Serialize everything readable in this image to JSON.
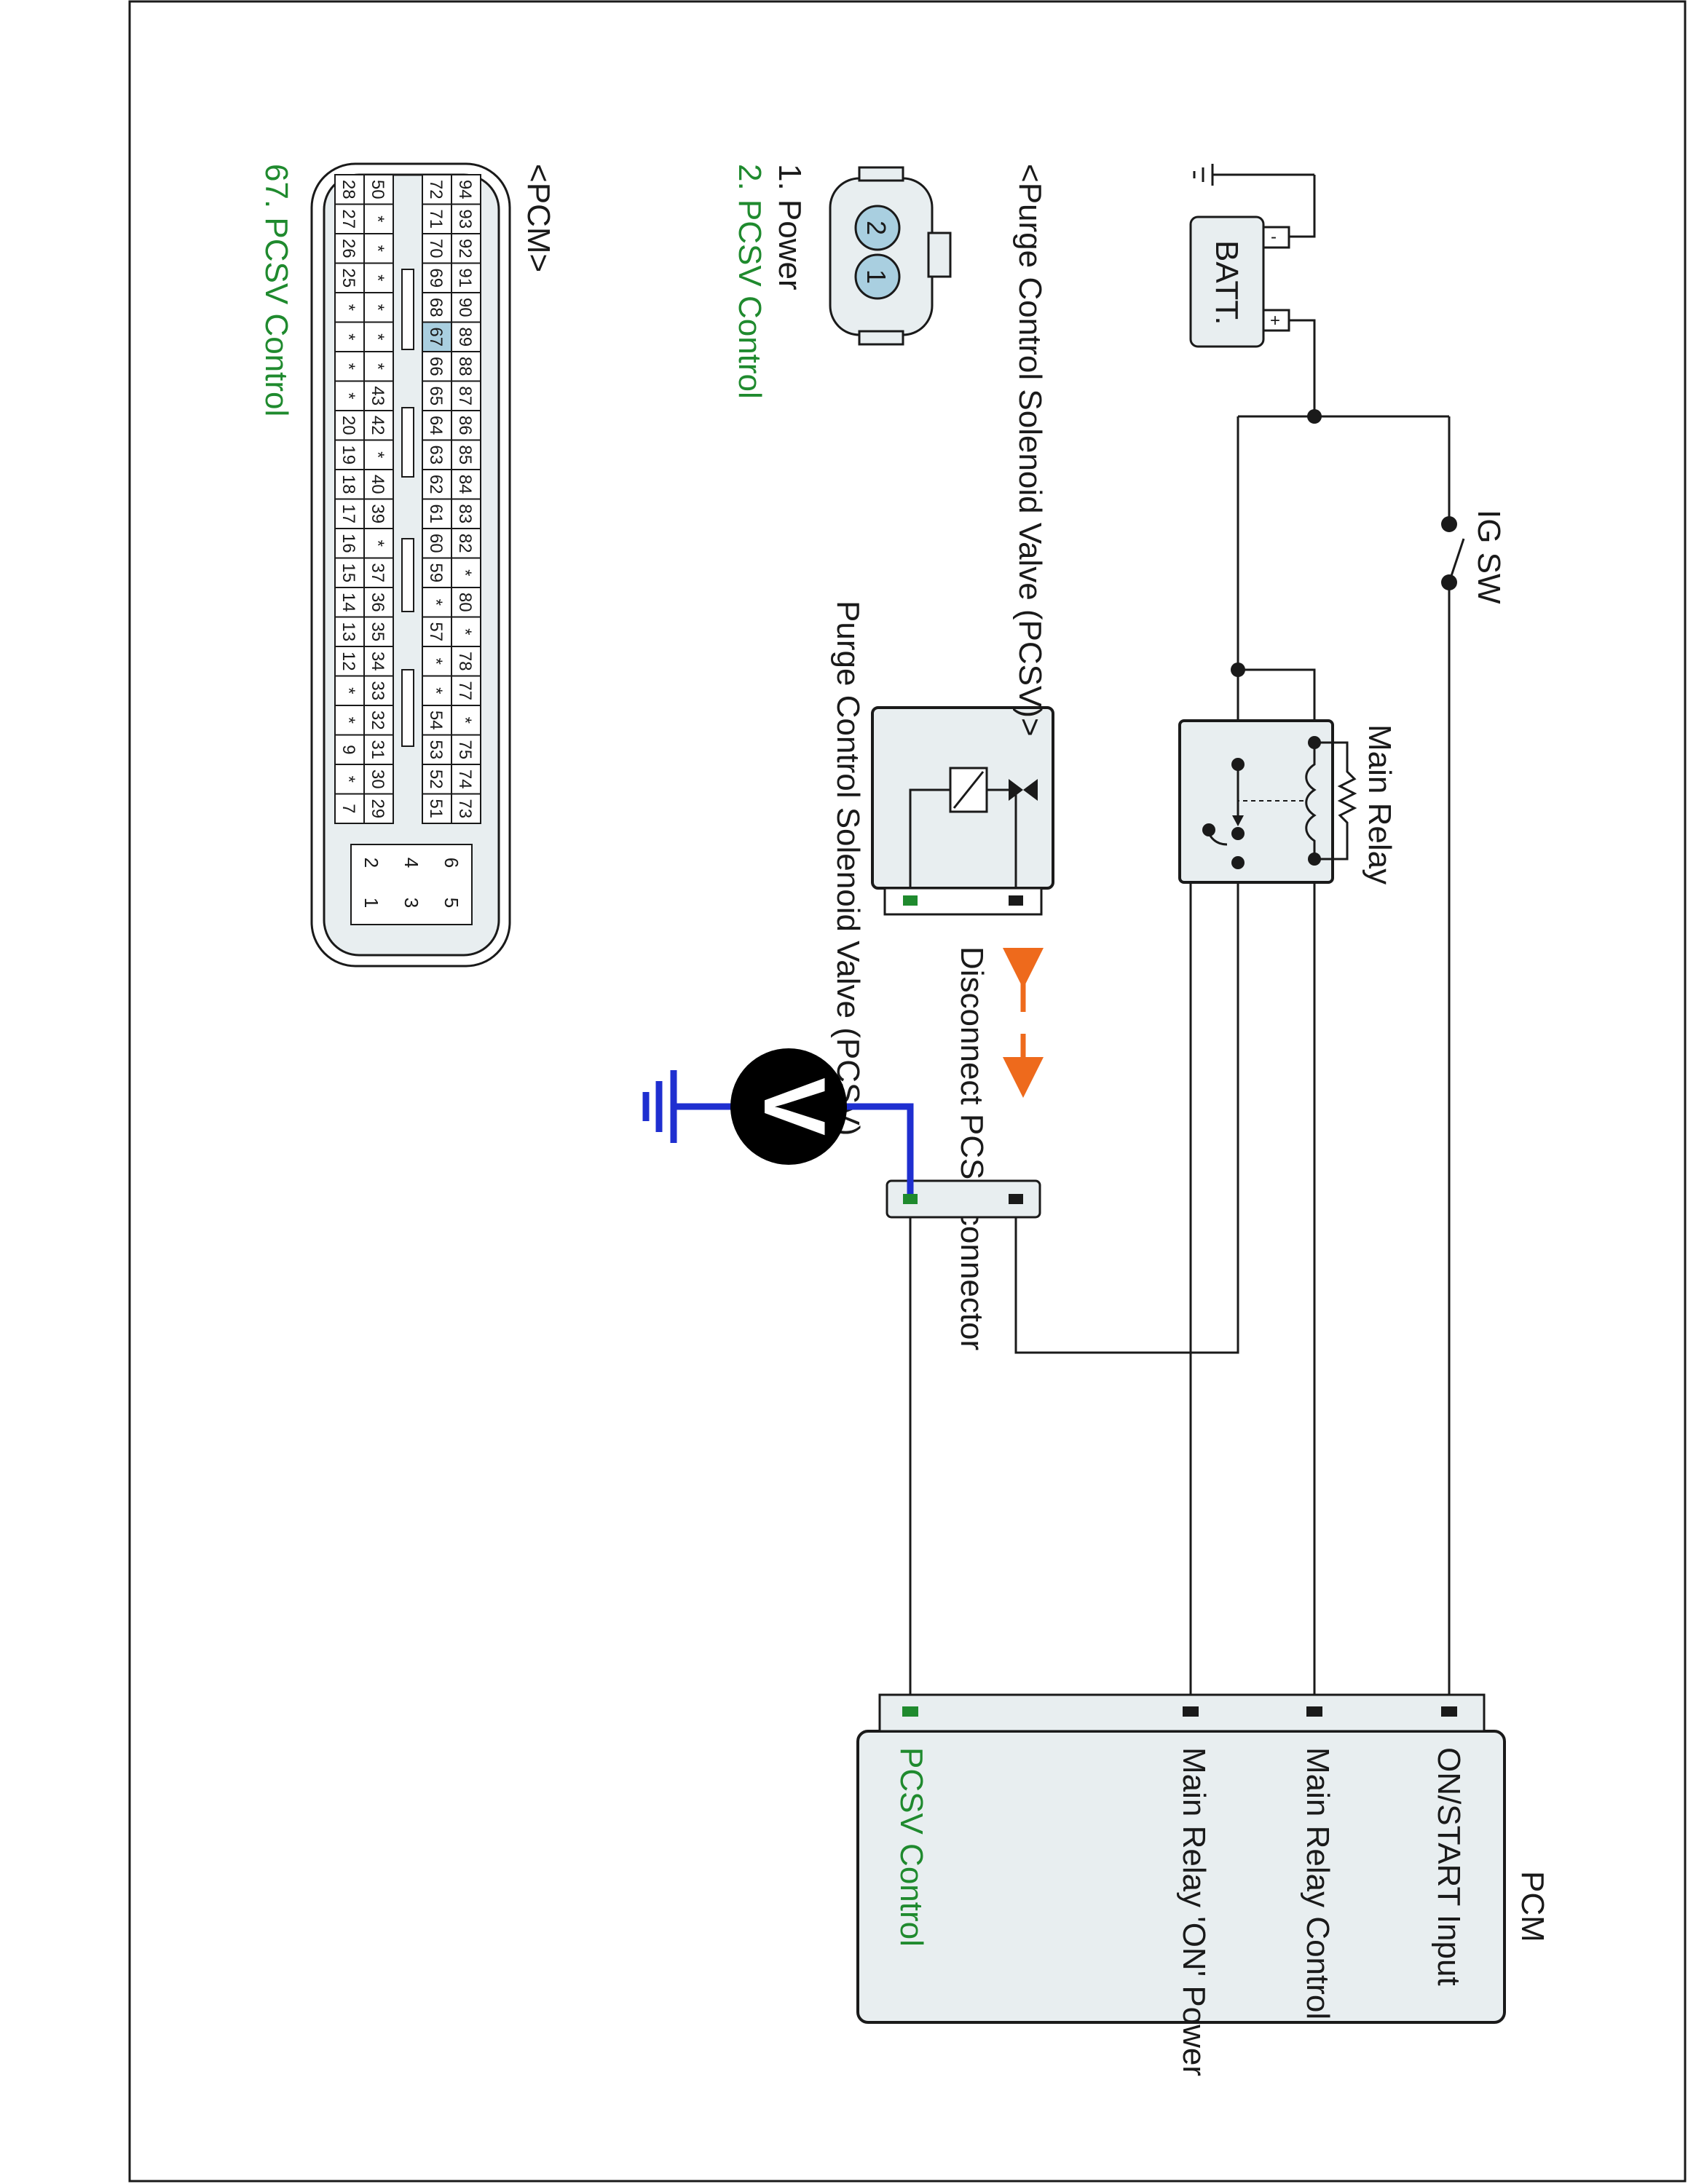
{
  "pcm": {
    "title": "PCM",
    "terminals": [
      "ON/START Input",
      "Main Relay Control",
      "Main Relay 'ON' Power",
      "PCSV Control"
    ]
  },
  "batt": {
    "label": "BATT.",
    "neg": "-",
    "pos": "+"
  },
  "ig_sw": {
    "label": "IG SW"
  },
  "main_relay": {
    "label": "Main Relay"
  },
  "pcsv": {
    "label": "Purge Control Solenoid Valve (PCSV)"
  },
  "disconnect": {
    "label": "Disconnect PCSV connector"
  },
  "voltmeter": {
    "symbol": "V"
  },
  "connector_view": {
    "title": "<Purge Control Solenoid Valve (PCSV)>",
    "pins": [
      "1. Power",
      "2. PCSV Control"
    ],
    "pin_numbers": [
      "2",
      "1"
    ]
  },
  "pcm_connector": {
    "title": "<PCM>",
    "highlight": "67",
    "caption": "67. PCSV Control",
    "rows": [
      [
        "94",
        "93",
        "92",
        "91",
        "90",
        "89",
        "88",
        "87",
        "86",
        "85",
        "84",
        "83",
        "82",
        "*",
        "80",
        "*",
        "78",
        "77",
        "*",
        "75",
        "74",
        "73"
      ],
      [
        "72",
        "71",
        "70",
        "69",
        "68",
        "67",
        "66",
        "65",
        "64",
        "63",
        "62",
        "61",
        "60",
        "59",
        "*",
        "57",
        "*",
        "*",
        "54",
        "53",
        "52",
        "51"
      ],
      [
        "50",
        "*",
        "*",
        "*",
        "*",
        "*",
        "*",
        "43",
        "42",
        "*",
        "40",
        "39",
        "*",
        "37",
        "36",
        "35",
        "34",
        "33",
        "32",
        "31",
        "30",
        "29"
      ],
      [
        "28",
        "27",
        "26",
        "25",
        "*",
        "*",
        "*",
        "*",
        "20",
        "19",
        "18",
        "17",
        "16",
        "15",
        "14",
        "13",
        "12",
        "*",
        "*",
        "9",
        "*",
        "7"
      ]
    ],
    "sub_pins": [
      "6",
      "5",
      "4",
      "3",
      "2",
      "1"
    ]
  },
  "colors": {
    "highlight_green": "#1f8a2e",
    "meter_lead_blue": "#1f2fd0",
    "arrow_orange": "#ee6a1c",
    "component_fill": "#e8eef0"
  }
}
